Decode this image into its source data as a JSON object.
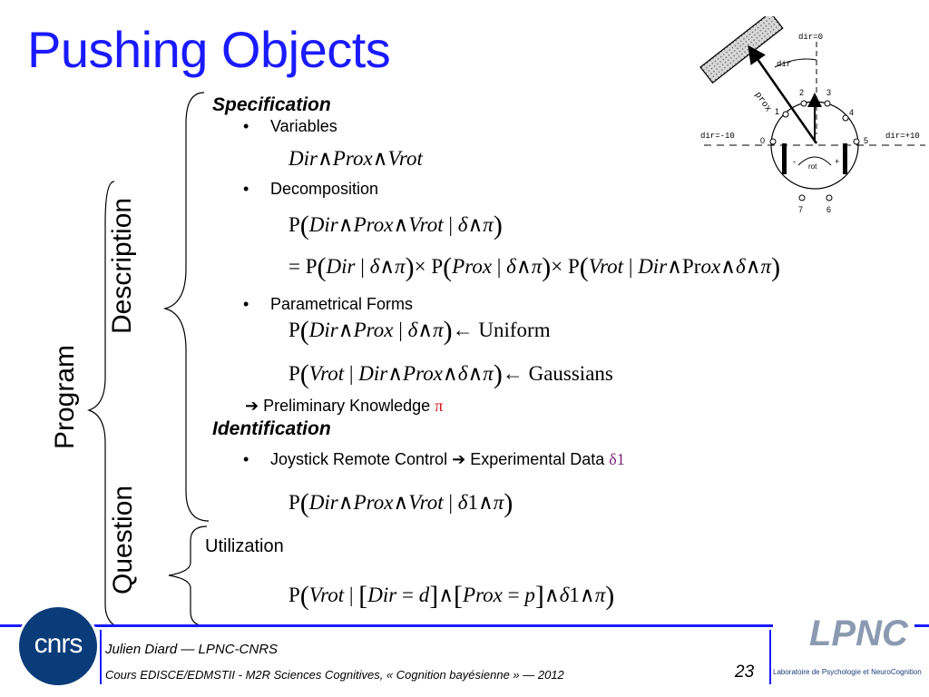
{
  "title": "Pushing Objects",
  "side_labels": {
    "program": "Program",
    "description": "Description",
    "question": "Question"
  },
  "specification": {
    "heading": "Specification",
    "variables_label": "Variables",
    "decomposition_label": "Decomposition",
    "parametrical_label": "Parametrical Forms",
    "preliminary_label": "Preliminary Knowledge",
    "pi_symbol": "π"
  },
  "identification": {
    "heading": "Identification",
    "joystick_label": "Joystick Remote Control",
    "experimental_label": "Experimental Data",
    "delta_symbol": "δ1"
  },
  "utilization": {
    "label": "Utilization"
  },
  "diagram": {
    "dir0": "dir=0",
    "dir_label": "dir",
    "prox_label": "prox",
    "dir_minus10": "dir=-10",
    "dir_plus10": "dir=+10",
    "sensors": [
      "0",
      "1",
      "2",
      "3",
      "4",
      "5",
      "6",
      "7"
    ],
    "rot_label": "rot",
    "minus": "-",
    "plus": "+"
  },
  "footer": {
    "author": "Julien Diard — LPNC-CNRS",
    "course": "Cours EDISCE/EDMSTII - M2R Sciences Cognitives, « Cognition bayésienne » — 2012",
    "page_number": "23",
    "cnrs_logo": "cnrs",
    "lpnc_logo_text": "LPNC",
    "lpnc_caption": "Laboratoire de Psychologie et NeuroCognition"
  }
}
